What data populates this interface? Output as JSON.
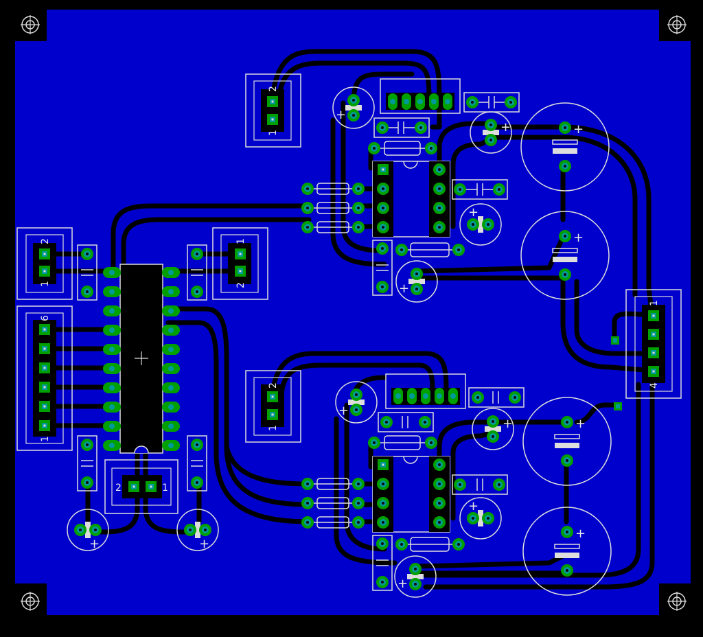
{
  "colors": {
    "background": "#000000",
    "board": "#0000cc",
    "silkscreen": "#e0e0e0",
    "trace": "#000000",
    "pad": "#009999",
    "pad_top": "#00a000",
    "via_hole": "#0a0a0a"
  },
  "connectors": {
    "j_left_top": {
      "pin_a": "2",
      "pin_b": "1"
    },
    "j_left_six": {
      "pin_a": "6",
      "pin_b": "1"
    },
    "j_mid_left": {
      "pin_a": "1",
      "pin_b": "2"
    },
    "j_top": {
      "pin_a": "2",
      "pin_b": "1"
    },
    "j_mid": {
      "pin_a": "2",
      "pin_b": "1"
    },
    "j_right": {
      "pin_a": "1",
      "pin_b": "4"
    },
    "j_bottom": {
      "pin_a": "2",
      "pin_b": "1"
    }
  },
  "polarity_mark": "+"
}
